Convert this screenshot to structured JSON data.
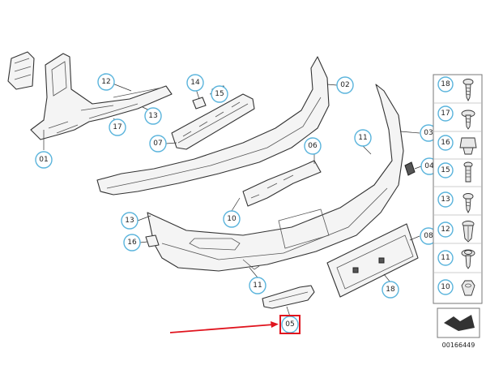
{
  "diagram": {
    "catalog_number": "00166449",
    "highlighted_part": "05",
    "accent_color": "#e0141e",
    "callout_color": "#5ab4dc",
    "callouts": [
      {
        "id": "c01",
        "label": "01"
      },
      {
        "id": "c12a",
        "label": "12"
      },
      {
        "id": "c13a",
        "label": "13"
      },
      {
        "id": "c17a",
        "label": "17"
      },
      {
        "id": "c14",
        "label": "14"
      },
      {
        "id": "c15a",
        "label": "15"
      },
      {
        "id": "c07",
        "label": "07"
      },
      {
        "id": "c02",
        "label": "02"
      },
      {
        "id": "c11a",
        "label": "11"
      },
      {
        "id": "c03",
        "label": "03"
      },
      {
        "id": "c06",
        "label": "06"
      },
      {
        "id": "c04",
        "label": "04"
      },
      {
        "id": "c10a",
        "label": "10"
      },
      {
        "id": "c13b",
        "label": "13"
      },
      {
        "id": "c16a",
        "label": "16"
      },
      {
        "id": "c08",
        "label": "08"
      },
      {
        "id": "c11b",
        "label": "11"
      },
      {
        "id": "c18a",
        "label": "18"
      },
      {
        "id": "c05",
        "label": "05"
      }
    ],
    "hardware_panel": [
      {
        "id": "h18",
        "label": "18",
        "icon": "screw-icon"
      },
      {
        "id": "h17",
        "label": "17",
        "icon": "flange-screw-icon"
      },
      {
        "id": "h16",
        "label": "16",
        "icon": "clip-nut-icon"
      },
      {
        "id": "h15",
        "label": "15",
        "icon": "bolt-icon"
      },
      {
        "id": "h13",
        "label": "13",
        "icon": "screw-icon"
      },
      {
        "id": "h12",
        "label": "12",
        "icon": "expanding-rivet-icon"
      },
      {
        "id": "h11",
        "label": "11",
        "icon": "washer-screw-icon"
      },
      {
        "id": "h10",
        "label": "10",
        "icon": "hex-nut-icon"
      }
    ]
  }
}
